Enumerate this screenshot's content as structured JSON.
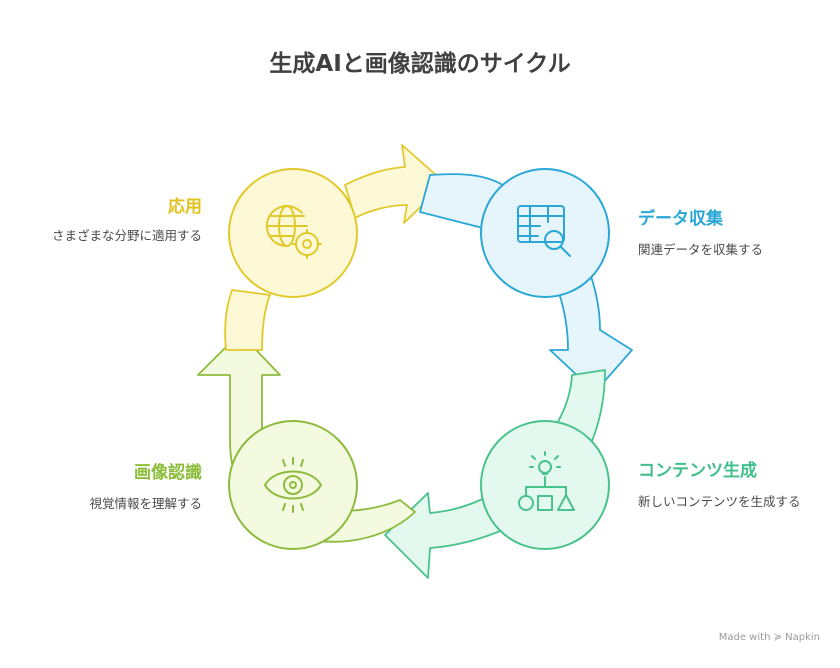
{
  "title": "生成AIと画像認識のサイクル",
  "steps": [
    {
      "label": "データ収集",
      "description": "関連データを収集する",
      "icon": "table-search-icon",
      "color": "#2aa7d6",
      "fill": "#e5f5fb",
      "stroke": "#2aa7d6"
    },
    {
      "label": "コンテンツ生成",
      "description": "新しいコンテンツを生成する",
      "icon": "idea-shapes-icon",
      "color": "#3fbf8c",
      "fill": "#e3f8ee",
      "stroke": "#49c28e"
    },
    {
      "label": "画像認識",
      "description": "視覚情報を理解する",
      "icon": "eye-icon",
      "color": "#8bbd3a",
      "fill": "#f3fadf",
      "stroke": "#8dbb3e"
    },
    {
      "label": "応用",
      "description": "さまざまな分野に適用する",
      "icon": "globe-gear-icon",
      "color": "#e0c21e",
      "fill": "#fdf8d6",
      "stroke": "#e2c92b"
    }
  ],
  "credit": "Made with ≽ Napkin"
}
